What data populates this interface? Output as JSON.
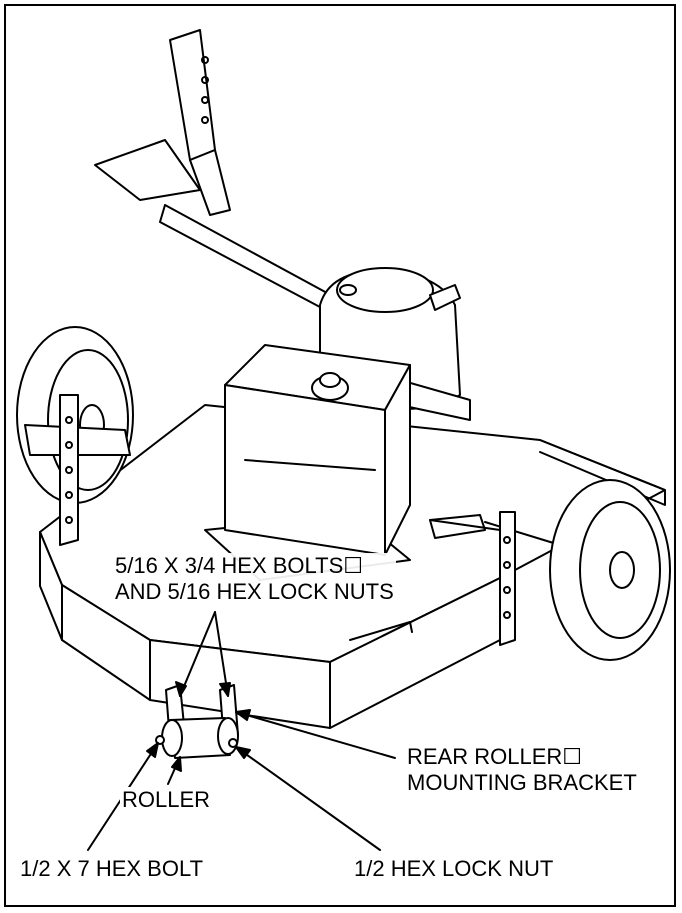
{
  "figure": {
    "labels": {
      "bolts": {
        "line1": "5/16 X 3/4 HEX BOLTS☐",
        "line2": "AND 5/16 HEX LOCK NUTS"
      },
      "bracket": {
        "line1": "REAR ROLLER☐",
        "line2": "MOUNTING BRACKET"
      },
      "roller": "ROLLER",
      "hex_bolt": "1/2 X 7 HEX BOLT",
      "lock_nut": "1/2 HEX LOCK NUT"
    },
    "colors": {
      "line": "#000000",
      "background": "#ffffff"
    }
  }
}
